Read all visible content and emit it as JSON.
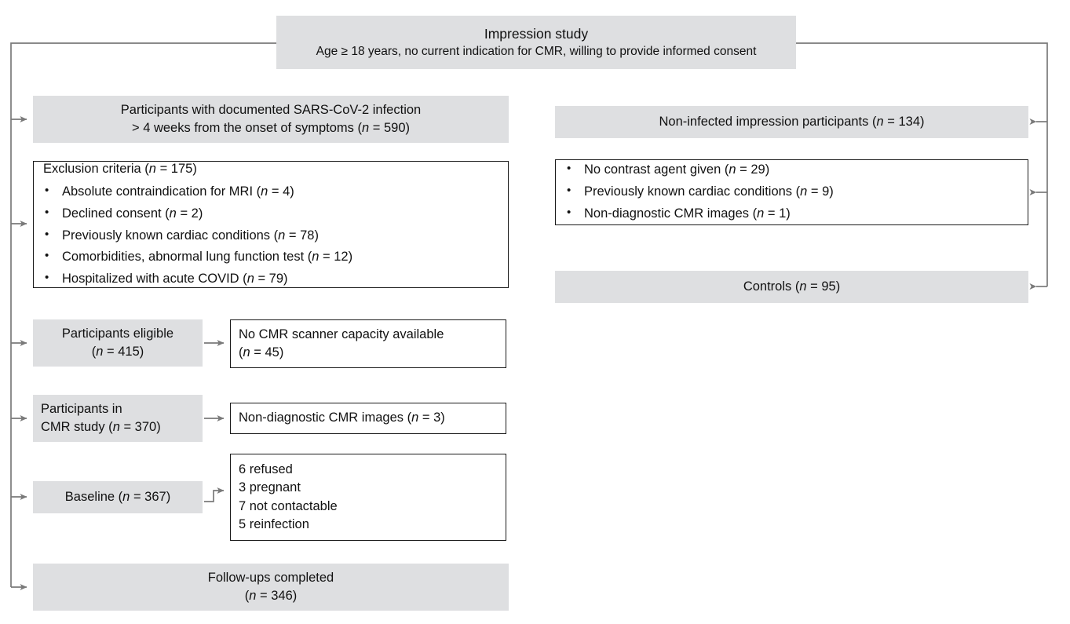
{
  "diagram": {
    "type": "participant-flow-chart",
    "colors": {
      "box_fill_gray": "#dedfe1",
      "box_border": "#1a1a1a",
      "connector": "#7a7a7a",
      "background": "#ffffff",
      "text": "#111111"
    },
    "title_box": {
      "title": "Impression study",
      "subtitle": "Age ≥ 18 years, no current indication for CMR, willing to provide informed consent"
    },
    "left_column": {
      "infected_box": {
        "line1": "Participants with documented SARS-CoV-2 infection",
        "line2_prefix": "> 4 weeks from the onset of symptoms (",
        "line2_italic": "n",
        "line2_suffix": " = 590)"
      },
      "exclusion_box": {
        "heading_prefix": "Exclusion criteria (",
        "heading_italic": "n",
        "heading_suffix": " = 175)",
        "items": [
          {
            "text": "Absolute contraindication for MRI (",
            "italic": "n",
            "suffix": " = 4)"
          },
          {
            "text": "Declined consent (",
            "italic": "n",
            "suffix": " = 2)"
          },
          {
            "text": "Previously known cardiac conditions (",
            "italic": "n",
            "suffix": " = 78)"
          },
          {
            "text": "Comorbidities, abnormal lung function test (",
            "italic": "n",
            "suffix": " = 12)"
          },
          {
            "text": "Hospitalized with acute COVID (",
            "italic": "n",
            "suffix": " = 79)"
          }
        ]
      },
      "eligible_box": {
        "line1": "Participants eligible",
        "line2_prefix": "(",
        "line2_italic": "n",
        "line2_suffix": " = 415)"
      },
      "no_scanner_box": {
        "line1": "No CMR scanner capacity available",
        "line2_prefix": "(",
        "line2_italic": "n",
        "line2_suffix": " = 45)"
      },
      "cmr_study_box": {
        "line1": "Participants in",
        "line2_prefix": "CMR study (",
        "line2_italic": "n",
        "line2_suffix": " = 370)"
      },
      "nondiagnostic_box": {
        "prefix": "Non-diagnostic CMR images (",
        "italic": "n",
        "suffix": " = 3)"
      },
      "baseline_box": {
        "prefix": "Baseline (",
        "italic": "n",
        "suffix": " = 367)"
      },
      "dropout_box": {
        "items": [
          "6 refused",
          "3 pregnant",
          "7 not contactable",
          "5 reinfection"
        ]
      },
      "followups_box": {
        "line1": "Follow-ups completed",
        "line2_prefix": "(",
        "line2_italic": "n",
        "line2_suffix": " = 346)"
      }
    },
    "right_column": {
      "noninfected_box": {
        "prefix": "Non-infected impression participants (",
        "italic": "n",
        "suffix": " = 134)"
      },
      "right_exclusion_box": {
        "items": [
          {
            "text": "No contrast agent given (",
            "italic": "n",
            "suffix": " = 29)"
          },
          {
            "text": "Previously known cardiac conditions (",
            "italic": "n",
            "suffix": " = 9)"
          },
          {
            "text": "Non-diagnostic CMR images (",
            "italic": "n",
            "suffix": " = 1)"
          }
        ]
      },
      "controls_box": {
        "prefix": "Controls (",
        "italic": "n",
        "suffix": " = 95)"
      }
    }
  }
}
